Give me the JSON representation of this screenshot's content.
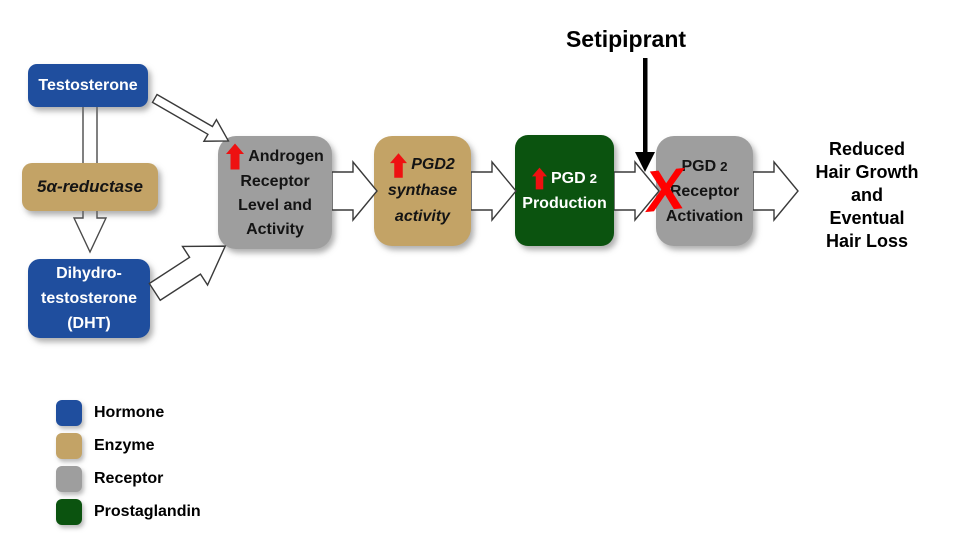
{
  "drug": {
    "label": "Setipiprant"
  },
  "inhibition": {
    "mark": "X"
  },
  "nodes": {
    "testosterone": {
      "label": "Testosterone",
      "type": "hormone"
    },
    "reductase": {
      "label": "5α-reductase",
      "type": "enzyme"
    },
    "dht": {
      "line1": "Dihydro-",
      "line2": "testosterone",
      "line3": "(DHT)",
      "type": "hormone"
    },
    "androgen_receptor": {
      "line1": "Androgen",
      "line2": "Receptor",
      "line3": "Level and",
      "line4": "Activity",
      "type": "receptor",
      "increased": true
    },
    "pgd2_synthase": {
      "line1": "PGD2",
      "line2": "synthase",
      "line3": "activity",
      "type": "enzyme",
      "increased": true
    },
    "pgd2_production": {
      "line1_word": "PGD",
      "line1_sub": "2",
      "line2": "Production",
      "type": "prostaglandin",
      "increased": true
    },
    "pgd2_receptor": {
      "line1_word": "PGD",
      "line1_sub": "2",
      "line2": "Receptor",
      "line3": "Activation",
      "type": "receptor"
    }
  },
  "outcome": {
    "line1": "Reduced",
    "line2": "Hair Growth",
    "line3": "and",
    "line4": "Eventual",
    "line5": "Hair Loss"
  },
  "legend": {
    "items": [
      {
        "label": "Hormone",
        "color": "#1F4E9E"
      },
      {
        "label": "Enzyme",
        "color": "#C3A366"
      },
      {
        "label": "Receptor",
        "color": "#9E9E9E"
      },
      {
        "label": "Prostaglandin",
        "color": "#0B530F"
      }
    ]
  },
  "colors": {
    "hormone": "#1F4E9E",
    "enzyme": "#C3A366",
    "receptor": "#9E9E9E",
    "prostaglandin": "#0B530F",
    "increase_arrow": "#EE1111",
    "inhibition_x": "#FF0000",
    "inhibitor_arrow": "#000000"
  }
}
